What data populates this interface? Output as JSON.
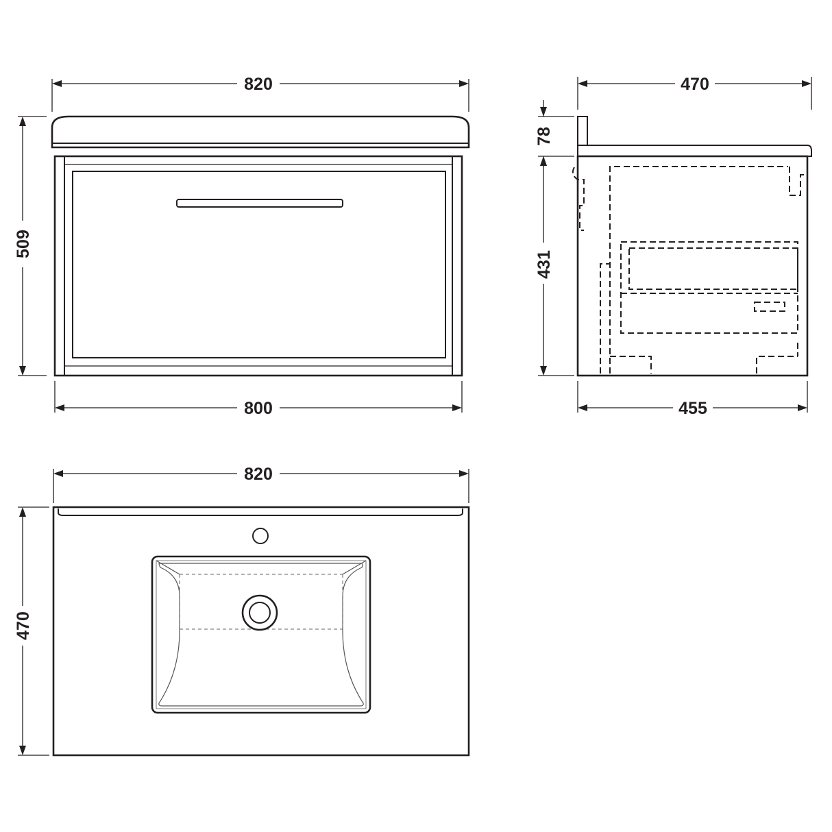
{
  "drawing": {
    "front_view": {
      "width_top": "820",
      "height_total": "509",
      "width_bottom": "800"
    },
    "side_view": {
      "depth_top": "470",
      "upstand_height": "78",
      "cabinet_height": "431",
      "depth_bottom": "455"
    },
    "plan_view": {
      "width": "820",
      "depth": "470"
    }
  },
  "colors": {
    "line": "#231f20",
    "background": "#ffffff"
  }
}
